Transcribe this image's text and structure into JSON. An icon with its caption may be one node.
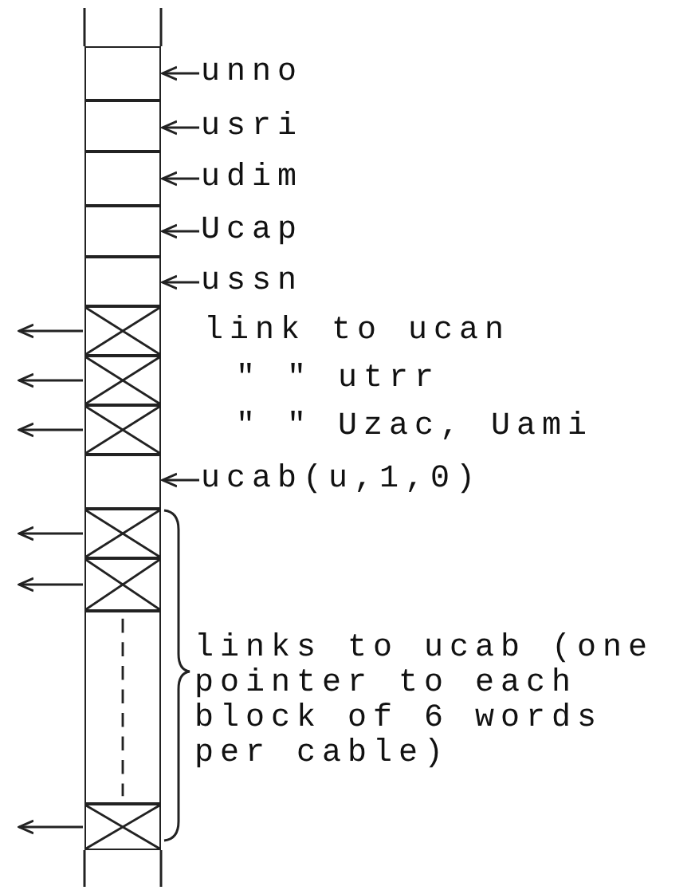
{
  "diagram": {
    "nodes": [
      {
        "text": [],
        "shape": "box"
      },
      {
        "text": [
          "unno"
        ]
      },
      {
        "text": [],
        "shape": "box"
      },
      {
        "text": [
          "usri"
        ]
      },
      {
        "text": [],
        "shape": "box"
      },
      {
        "text": [
          "udim"
        ]
      },
      {
        "text": [],
        "shape": "box"
      },
      {
        "text": [
          "Ucap"
        ]
      },
      {
        "text": [],
        "shape": "box"
      },
      {
        "text": [
          "ussn"
        ]
      },
      {
        "text": [],
        "shape": "box"
      },
      {
        "text": [],
        "shape": "box"
      },
      {
        "text": [],
        "shape": "box"
      },
      {
        "text": [],
        "shape": "box"
      },
      {
        "text": [
          "ucab(u,1,0)"
        ]
      },
      {
        "text": [],
        "shape": "box"
      },
      {
        "text": [],
        "shape": "box"
      },
      {
        "text": [],
        "shape": "box"
      },
      {
        "text": [],
        "shape": "box"
      }
    ],
    "edges": [
      {
        "from": 1,
        "to": 0,
        "arrow": "to"
      },
      {
        "from": 3,
        "to": 2,
        "arrow": "to"
      },
      {
        "from": 5,
        "to": 4,
        "arrow": "to"
      },
      {
        "from": 7,
        "to": 6,
        "arrow": "to"
      },
      {
        "from": 9,
        "to": 8,
        "arrow": "to"
      },
      {
        "from": 10,
        "to": null,
        "arrow": "to"
      },
      {
        "from": 11,
        "to": null,
        "arrow": "to"
      },
      {
        "from": 12,
        "to": null,
        "arrow": "to"
      },
      {
        "from": 14,
        "to": 13,
        "arrow": "to"
      },
      {
        "from": 15,
        "to": null,
        "arrow": "to"
      },
      {
        "from": 16,
        "to": null,
        "arrow": "to"
      },
      {
        "from": 18,
        "to": null,
        "arrow": "to"
      }
    ],
    "labels": [
      "link to ucan",
      "\" \" utrr",
      "\" \" Uzac, Uami",
      "links to ucab (one pointer to each block of 6 words per cable)"
    ]
  }
}
